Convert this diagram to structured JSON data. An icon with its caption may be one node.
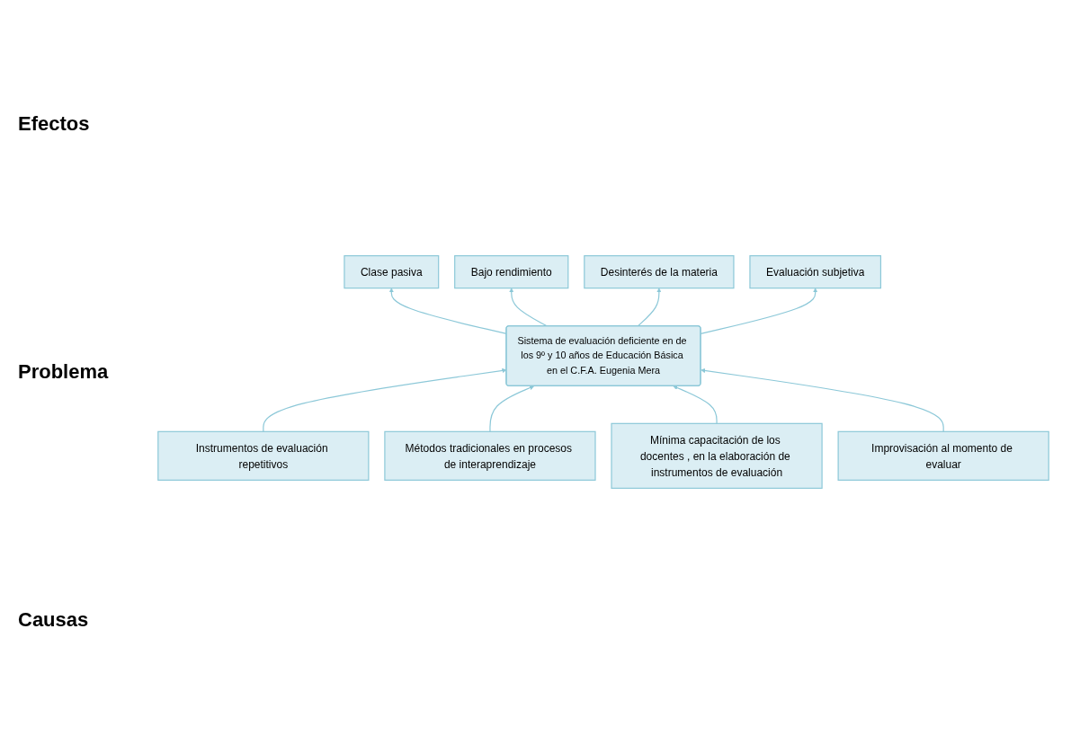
{
  "diagram": {
    "nodes": [
      {
        "text": [
          "Bajo rendimiento"
        ]
      },
      {
        "text": [
          "Desinterés de la materia"
        ]
      },
      {
        "text": [
          "Clase pasiva"
        ]
      },
      {
        "text": [
          "Evaluación subjetiva"
        ]
      },
      {
        "text": [
          "Sistema de evaluación deficiente en de los 9º y 10 años de Educación Básica en el C.F.A. Eugenia Mera"
        ]
      },
      {
        "text": [
          "Instrumentos de evaluación repetitivos"
        ]
      },
      {
        "text": [
          "Improvisación al momento de evaluar"
        ]
      },
      {
        "text": [
          "Métodos tradicionales en procesos de interaprendizaje"
        ]
      },
      {
        "text": [
          "Mínima capacitación de los docentes , en la elaboración de instrumentos de evaluación"
        ]
      }
    ],
    "edges": [
      {
        "from": 4,
        "to": 2,
        "arrow": "to"
      },
      {
        "from": 4,
        "to": 0,
        "arrow": "to"
      },
      {
        "from": 4,
        "to": 1,
        "arrow": "to"
      },
      {
        "from": 4,
        "to": 3,
        "arrow": "to"
      },
      {
        "from": 5,
        "to": 4,
        "arrow": "to"
      },
      {
        "from": 7,
        "to": 4,
        "arrow": "to"
      },
      {
        "from": 8,
        "to": 4,
        "arrow": "to"
      },
      {
        "from": 6,
        "to": 4,
        "arrow": "to"
      }
    ],
    "labels": [
      "Efectos",
      "Problema",
      "Causas"
    ]
  }
}
